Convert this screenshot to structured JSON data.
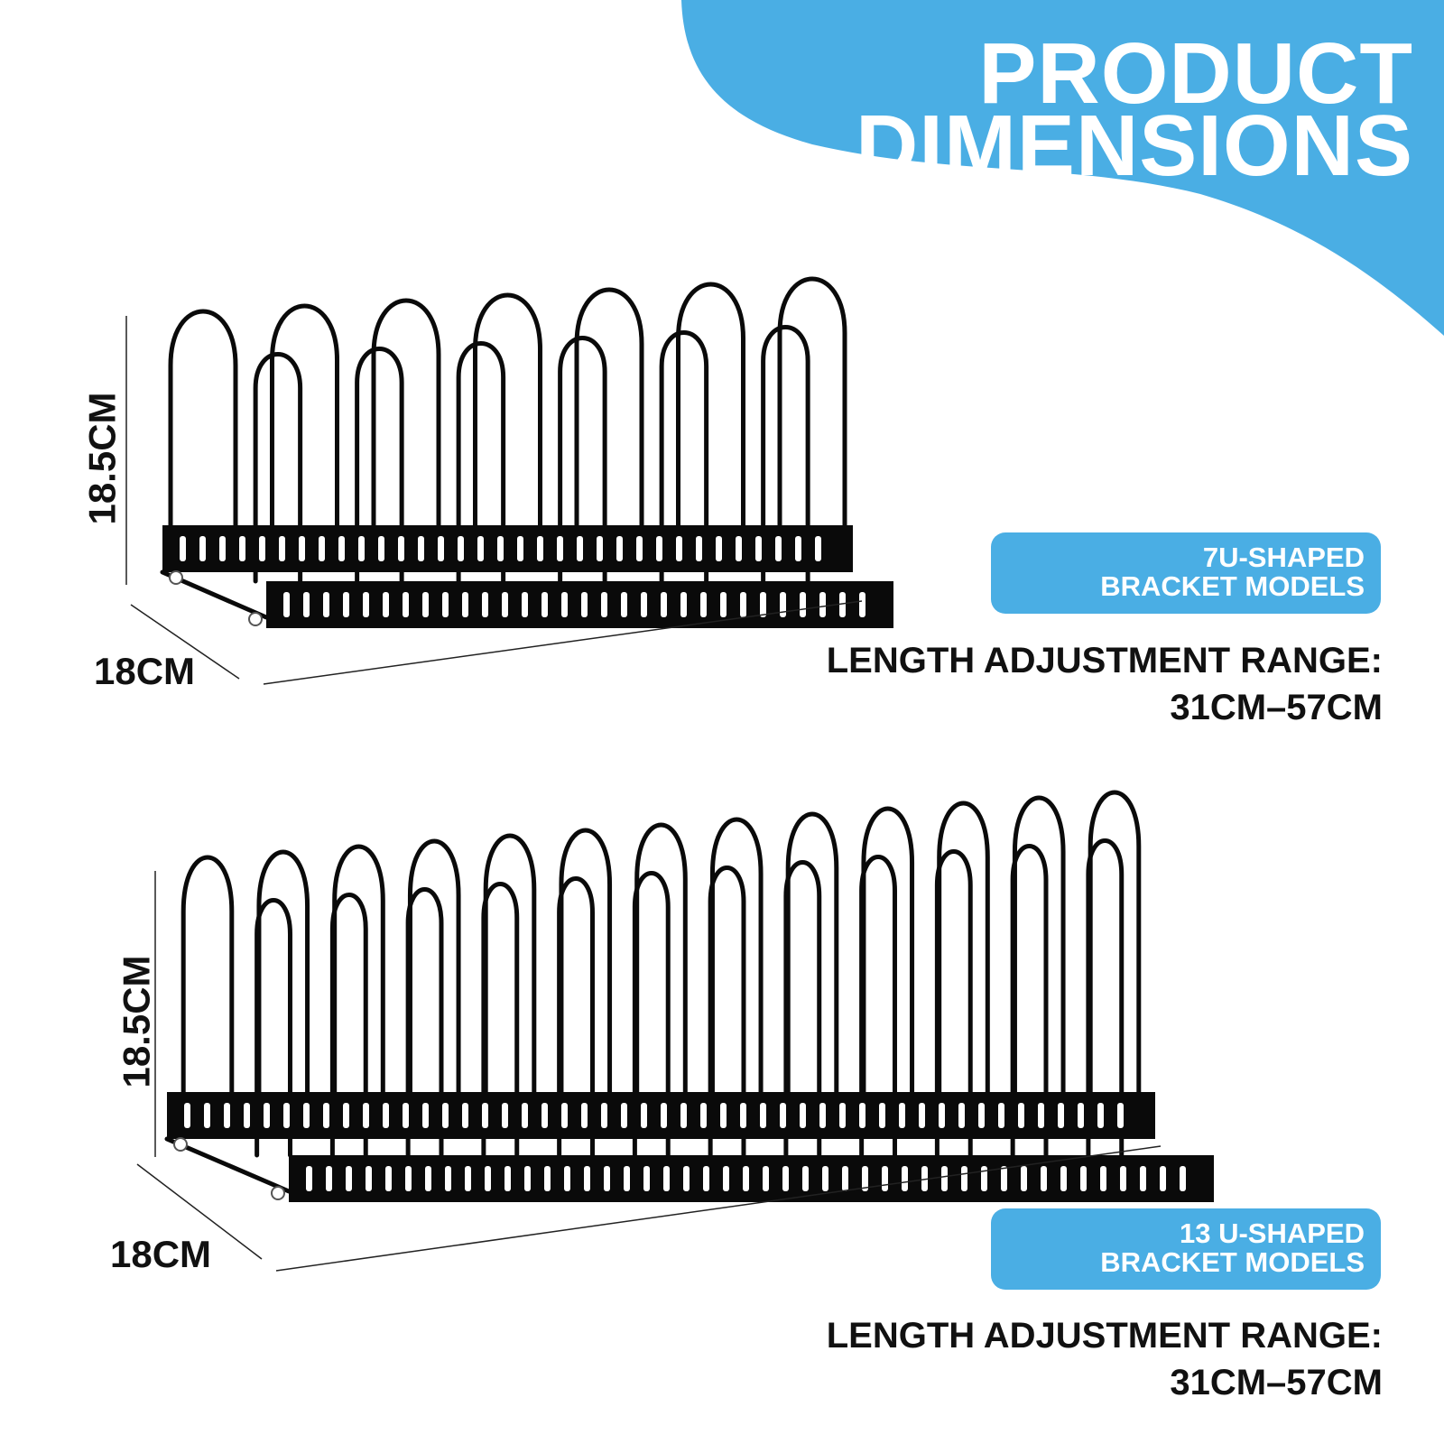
{
  "header": {
    "title_line1": "PRODUCT",
    "title_line2": "DIMENSIONS"
  },
  "colors": {
    "accent": "#4aaee4",
    "text": "#111111",
    "rack": "#0a0a0a"
  },
  "products": [
    {
      "badge_line1": "7U-SHAPED",
      "badge_line2": "BRACKET MODELS",
      "range_label": "LENGTH ADJUSTMENT RANGE:",
      "range_value": "31CM–57CM",
      "height_label": "18.5CM",
      "width_label": "18CM",
      "bracket_count": 7
    },
    {
      "badge_line1": "13 U-SHAPED",
      "badge_line2": "BRACKET MODELS",
      "range_label": "LENGTH ADJUSTMENT RANGE:",
      "range_value": "31CM–57CM",
      "height_label": "18.5CM",
      "width_label": "18CM",
      "bracket_count": 13
    }
  ]
}
